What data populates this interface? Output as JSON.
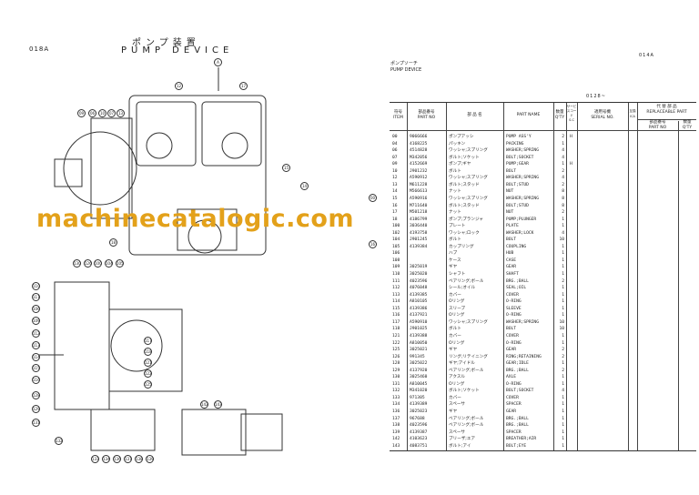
{
  "left_page": {
    "code": "018A",
    "title_jp": "ポンプ装置",
    "title_en": "PUMP DEVICE",
    "view_marker": "A",
    "callouts": [
      "09",
      "06",
      "10",
      "07",
      "13",
      "12",
      "17",
      "15",
      "14",
      "00",
      "16",
      "18",
      "130",
      "126",
      "100",
      "104",
      "105",
      "110",
      "111",
      "106",
      "109",
      "112",
      "113",
      "114",
      "115",
      "116",
      "117",
      "118",
      "121",
      "122",
      "125",
      "128",
      "129",
      "131",
      "132",
      "133",
      "134",
      "136",
      "137",
      "138",
      "139",
      "142",
      "143"
    ]
  },
  "watermark": "machinecatalogic.com",
  "right_page": {
    "code": "014A",
    "title_jp": "ポンプソーチ",
    "title_en": "PUMP DEVICE",
    "range": "0128~",
    "headers": {
      "item_jp": "符号",
      "item_en": "ITEM",
      "partno_jp": "部品番号",
      "partno_en": "PART NO",
      "name_jp": "部 品 名",
      "name_en": "PART NAME",
      "qty_jp": "数量",
      "qty_en": "Q'TY",
      "sc_jp": "サービスコード",
      "sc_en": "S.C",
      "serial_jp": "適用号機",
      "serial_en": "SERIAL NO.",
      "ica_jp": "互換",
      "ica_en": "ICA",
      "repl_jp": "代 替 部 品",
      "repl_en": "REPLACEABLE PART",
      "repl_partno_jp": "部品番号",
      "repl_partno_en": "PART NO",
      "repl_qty_jp": "数量",
      "repl_qty_en": "Q'TY"
    },
    "rows": [
      [
        "00",
        "9066666",
        "ポンプアッシ",
        "PUMP ASS'Y",
        "2",
        "H"
      ],
      [
        "04",
        "4168225",
        "パッキン",
        "PACKING",
        "1",
        ""
      ],
      [
        "06",
        "4514828",
        "ワッシャ;スプリング",
        "WASHER;SPRING",
        "4",
        ""
      ],
      [
        "07",
        "M342056",
        "ボルト;ソケット",
        "BOLT;SOCKET",
        "4",
        ""
      ],
      [
        "09",
        "4152669",
        "ポンプ;ギヤ",
        "PUMP;GEAR",
        "1",
        "H"
      ],
      [
        "10",
        "J901232",
        "ボルト",
        "BOLT",
        "2",
        ""
      ],
      [
        "12",
        "A590912",
        "ワッシャ;スプリング",
        "WASHER;SPRING",
        "4",
        ""
      ],
      [
        "13",
        "M611228",
        "ボルト;スタッド",
        "BOLT;STUD",
        "2",
        ""
      ],
      [
        "14",
        "M566613",
        "ナット",
        "NUT",
        "8",
        ""
      ],
      [
        "15",
        "A590916",
        "ワッシャ;スプリング",
        "WASHER;SPRING",
        "8",
        ""
      ],
      [
        "16",
        "M711640",
        "ボルト;スタッド",
        "BOLT;STUD",
        "8",
        ""
      ],
      [
        "17",
        "M501218",
        "ナット",
        "NUT",
        "2",
        ""
      ],
      [
        "18",
        "4186799",
        "ポンプ;プランジャ",
        "PUMP;PLUNGER",
        "1",
        ""
      ],
      [
        "100",
        "3036440",
        "プレート",
        "PLATE",
        "1",
        ""
      ],
      [
        "102",
        "4193758",
        "ワッシャ;ロック",
        "WASHER;LOCK",
        "4",
        ""
      ],
      [
        "104",
        "J901245",
        "ボルト",
        "BOLT",
        "10",
        ""
      ],
      [
        "105",
        "4139384",
        "カップリング",
        "COUPLING",
        "1",
        ""
      ],
      [
        "106",
        "",
        "ハブ",
        "HUB",
        "1",
        ""
      ],
      [
        "108",
        "",
        "ケース",
        "CASE",
        "1",
        ""
      ],
      [
        "109",
        "3025019",
        "ギヤ",
        "GEAR",
        "1",
        ""
      ],
      [
        "110",
        "3025020",
        "シャフト",
        "SHAFT",
        "1",
        ""
      ],
      [
        "111",
        "4023596",
        "ベアリング;ボール",
        "BRG.;BALL",
        "2",
        ""
      ],
      [
        "112",
        "4076048",
        "シール;オイル",
        "SEAL;OIL",
        "1",
        ""
      ],
      [
        "113",
        "4139385",
        "カバー",
        "COVER",
        "1",
        ""
      ],
      [
        "114",
        "A810105",
        "Oリング",
        "O-RING",
        "1",
        ""
      ],
      [
        "115",
        "4139386",
        "スリーブ",
        "SLEEVE",
        "1",
        ""
      ],
      [
        "116",
        "4137921",
        "Oリング",
        "O-RING",
        "1",
        ""
      ],
      [
        "117",
        "A590910",
        "ワッシャ;スプリング",
        "WASHER;SPRING",
        "10",
        ""
      ],
      [
        "118",
        "J901025",
        "ボルト",
        "BOLT",
        "10",
        ""
      ],
      [
        "121",
        "4139388",
        "カバー",
        "COVER",
        "1",
        ""
      ],
      [
        "122",
        "A810050",
        "Oリング",
        "O-RING",
        "1",
        ""
      ],
      [
        "125",
        "3025021",
        "ギヤ",
        "GEAR",
        "2",
        ""
      ],
      [
        "126",
        "991345",
        "リング;リテイニング",
        "RING;RETAINING",
        "2",
        ""
      ],
      [
        "128",
        "3025022",
        "ギヤ;アイドル",
        "GEAR;IDLE",
        "1",
        ""
      ],
      [
        "129",
        "4137920",
        "ベアリング;ボール",
        "BRG.;BALL",
        "2",
        ""
      ],
      [
        "130",
        "3025460",
        "アクスル",
        "AXLE",
        "1",
        ""
      ],
      [
        "131",
        "A810045",
        "Oリング",
        "O-RING",
        "1",
        ""
      ],
      [
        "132",
        "M341020",
        "ボルト;ソケット",
        "BOLT;SOCKET",
        "4",
        ""
      ],
      [
        "133",
        "971305",
        "カバー",
        "COVER",
        "1",
        ""
      ],
      [
        "134",
        "4139389",
        "スペーサ",
        "SPACER",
        "1",
        ""
      ],
      [
        "136",
        "3025023",
        "ギヤ",
        "GEAR",
        "1",
        ""
      ],
      [
        "137",
        "967688",
        "ベアリング;ボール",
        "BRG.;BALL",
        "1",
        ""
      ],
      [
        "138",
        "4023596",
        "ベアリング;ボール",
        "BRG.;BALL",
        "1",
        ""
      ],
      [
        "139",
        "4139387",
        "スペーサ",
        "SPACER",
        "1",
        ""
      ],
      [
        "142",
        "4103623",
        "ブリーザ;エア",
        "BREATHER;AIR",
        "1",
        ""
      ],
      [
        "143",
        "4083751",
        "ボルト;アイ",
        "BOLT;EYE",
        "1",
        ""
      ]
    ]
  },
  "colors": {
    "watermark": "#e3a11a",
    "ink": "#222222"
  }
}
